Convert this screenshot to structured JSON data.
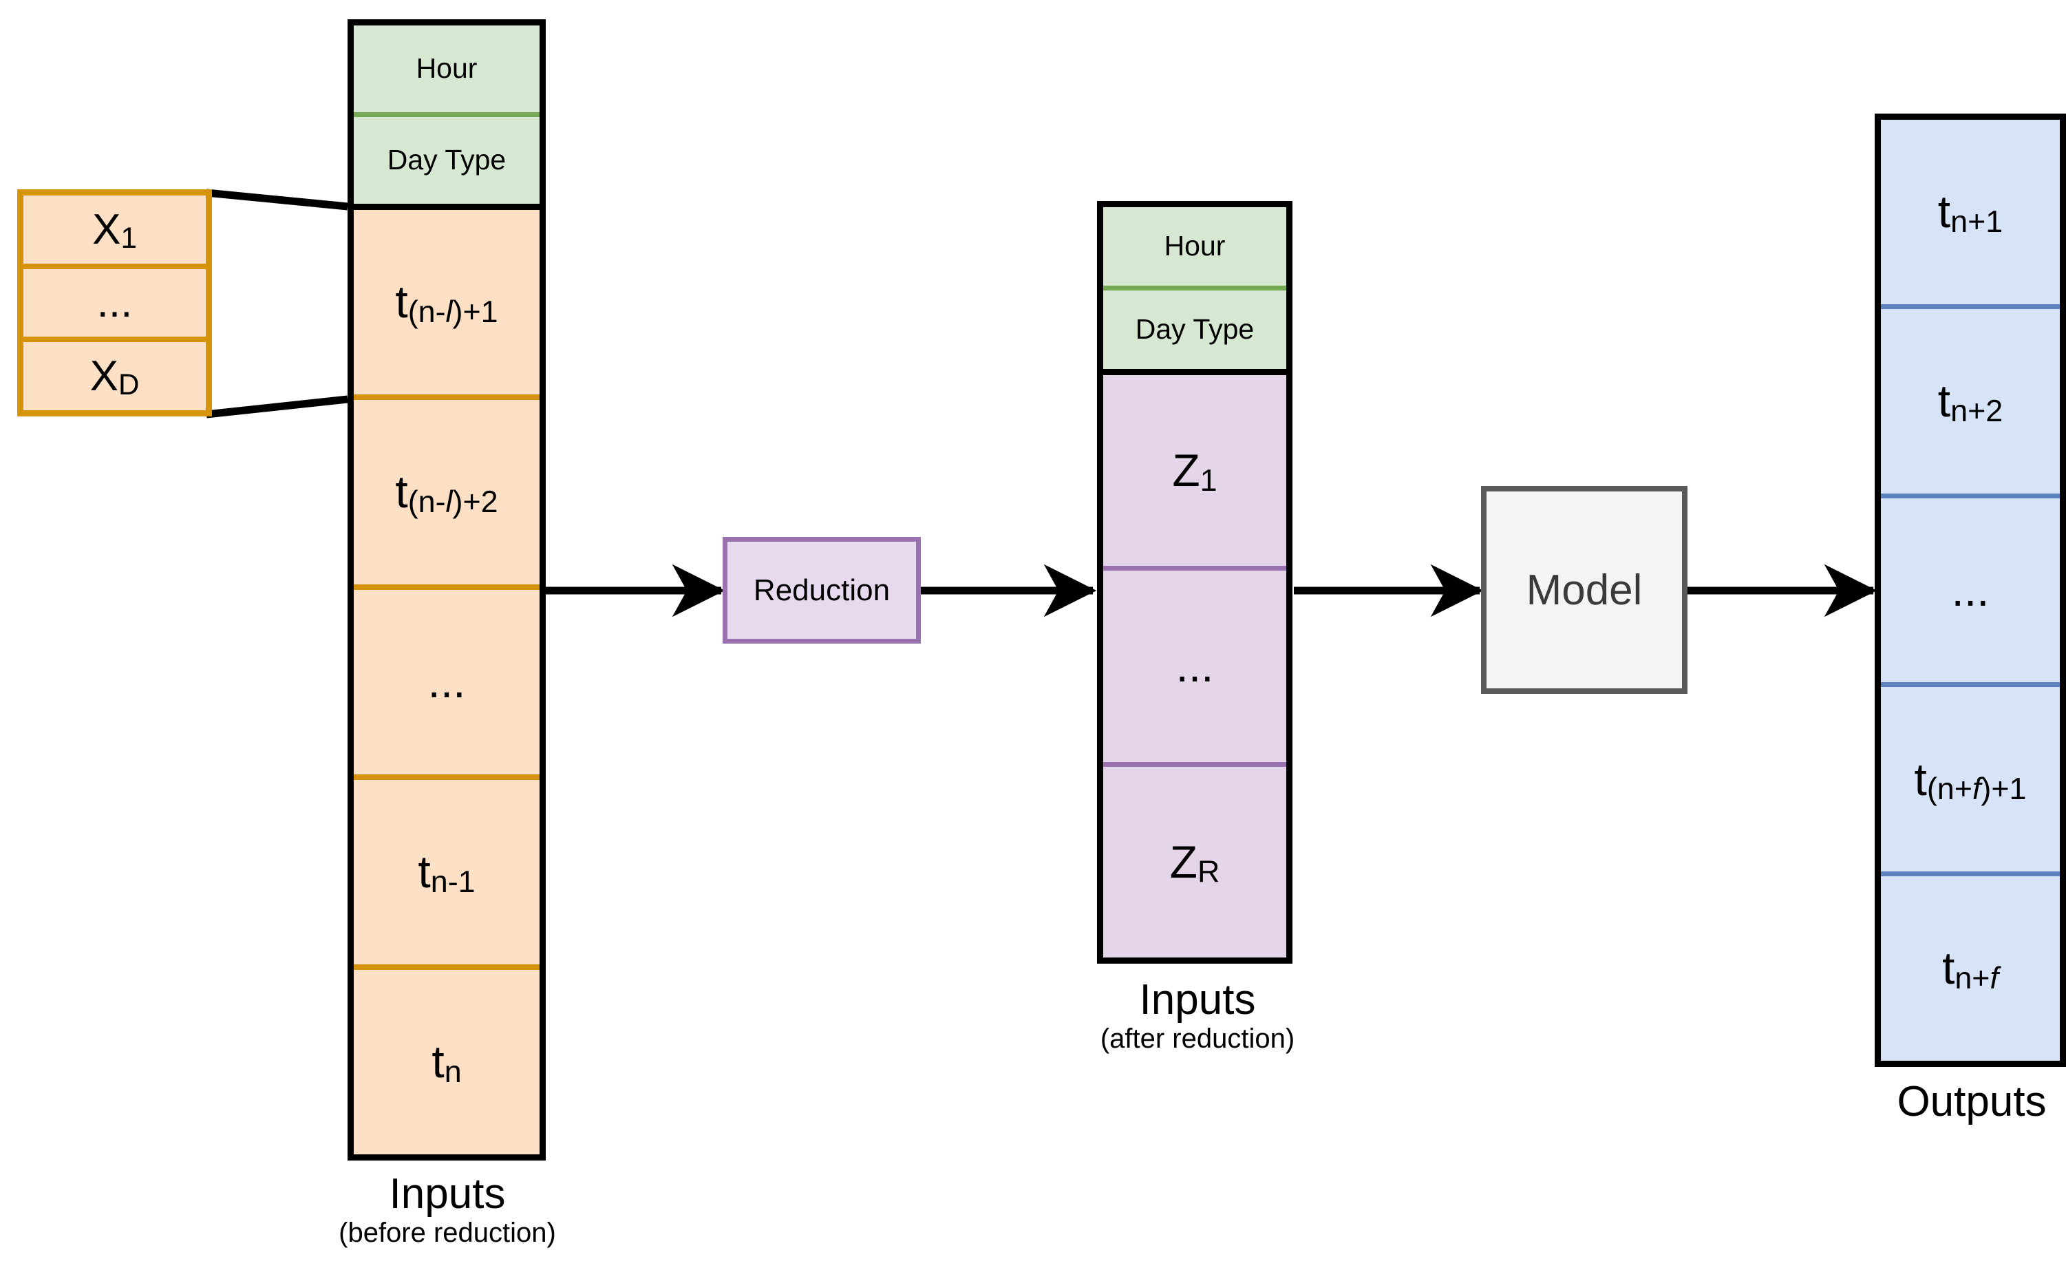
{
  "diagram": {
    "title": "Model pipeline: inputs before reduction, reduction, inputs after reduction, model, outputs"
  },
  "feature_box": {
    "name": "feature-vector",
    "cells": [
      {
        "label": "X",
        "sub": "1",
        "sub_italic": false
      },
      {
        "label": "...",
        "sub": "",
        "sub_italic": false
      },
      {
        "label": "X",
        "sub": "D",
        "sub_italic": false
      }
    ]
  },
  "inputs_before": {
    "caption_main": "Inputs",
    "caption_sub": "(before reduction)",
    "header_cells": [
      {
        "label": "Hour"
      },
      {
        "label": "Day Type"
      }
    ],
    "time_cells": [
      {
        "label": "t",
        "sub_pre": "(n-",
        "sub_italic": "l",
        "sub_post": ")+1"
      },
      {
        "label": "t",
        "sub_pre": "(n-",
        "sub_italic": "l",
        "sub_post": ")+2"
      },
      {
        "label": "...",
        "sub_pre": "",
        "sub_italic": "",
        "sub_post": ""
      },
      {
        "label": "t",
        "sub_pre": "n-1",
        "sub_italic": "",
        "sub_post": ""
      },
      {
        "label": "t",
        "sub_pre": "n",
        "sub_italic": "",
        "sub_post": ""
      }
    ]
  },
  "reduction": {
    "label": "Reduction"
  },
  "inputs_after": {
    "caption_main": "Inputs",
    "caption_sub": "(after reduction)",
    "header_cells": [
      {
        "label": "Hour"
      },
      {
        "label": "Day Type"
      }
    ],
    "latent_cells": [
      {
        "label": "Z",
        "sub": "1"
      },
      {
        "label": "...",
        "sub": ""
      },
      {
        "label": "Z",
        "sub": "R"
      }
    ]
  },
  "model": {
    "label": "Model"
  },
  "outputs": {
    "caption_main": "Outputs",
    "cells": [
      {
        "label": "t",
        "sub_pre": "n+1",
        "sub_italic": "",
        "sub_post": ""
      },
      {
        "label": "t",
        "sub_pre": "n+2",
        "sub_italic": "",
        "sub_post": ""
      },
      {
        "label": "...",
        "sub_pre": "",
        "sub_italic": "",
        "sub_post": ""
      },
      {
        "label": "t",
        "sub_pre": "(n+",
        "sub_italic": "f",
        "sub_post": ")+1"
      },
      {
        "label": "t",
        "sub_pre": "n+",
        "sub_italic": "f",
        "sub_post": ""
      }
    ]
  },
  "colors": {
    "green_fill": "#d7e8d2",
    "green_divider": "#77aa55",
    "orange_fill": "#fce0c6",
    "orange_divider": "#d79111",
    "orange_border": "#d6930c",
    "purple_fill": "#e4d5e8",
    "purple_divider": "#9b72b0",
    "purple_border": "#9b72b0",
    "reduction_fill": "#e7d9ee",
    "blue_fill": "#d7e4f7",
    "blue_divider": "#5c83bd",
    "model_fill": "#f4f4f4",
    "model_border": "#595959",
    "outline": "#000000"
  },
  "connectors": [
    {
      "name": "inputs-to-reduction",
      "from": "inputs-before",
      "to": "reduction"
    },
    {
      "name": "reduction-to-inputs-after",
      "from": "reduction",
      "to": "inputs-after"
    },
    {
      "name": "inputs-after-to-model",
      "from": "inputs-after",
      "to": "model"
    },
    {
      "name": "model-to-outputs",
      "from": "model",
      "to": "outputs"
    },
    {
      "name": "feature-vector-to-timestep",
      "from": "feature-vector",
      "to": "inputs-before"
    }
  ]
}
